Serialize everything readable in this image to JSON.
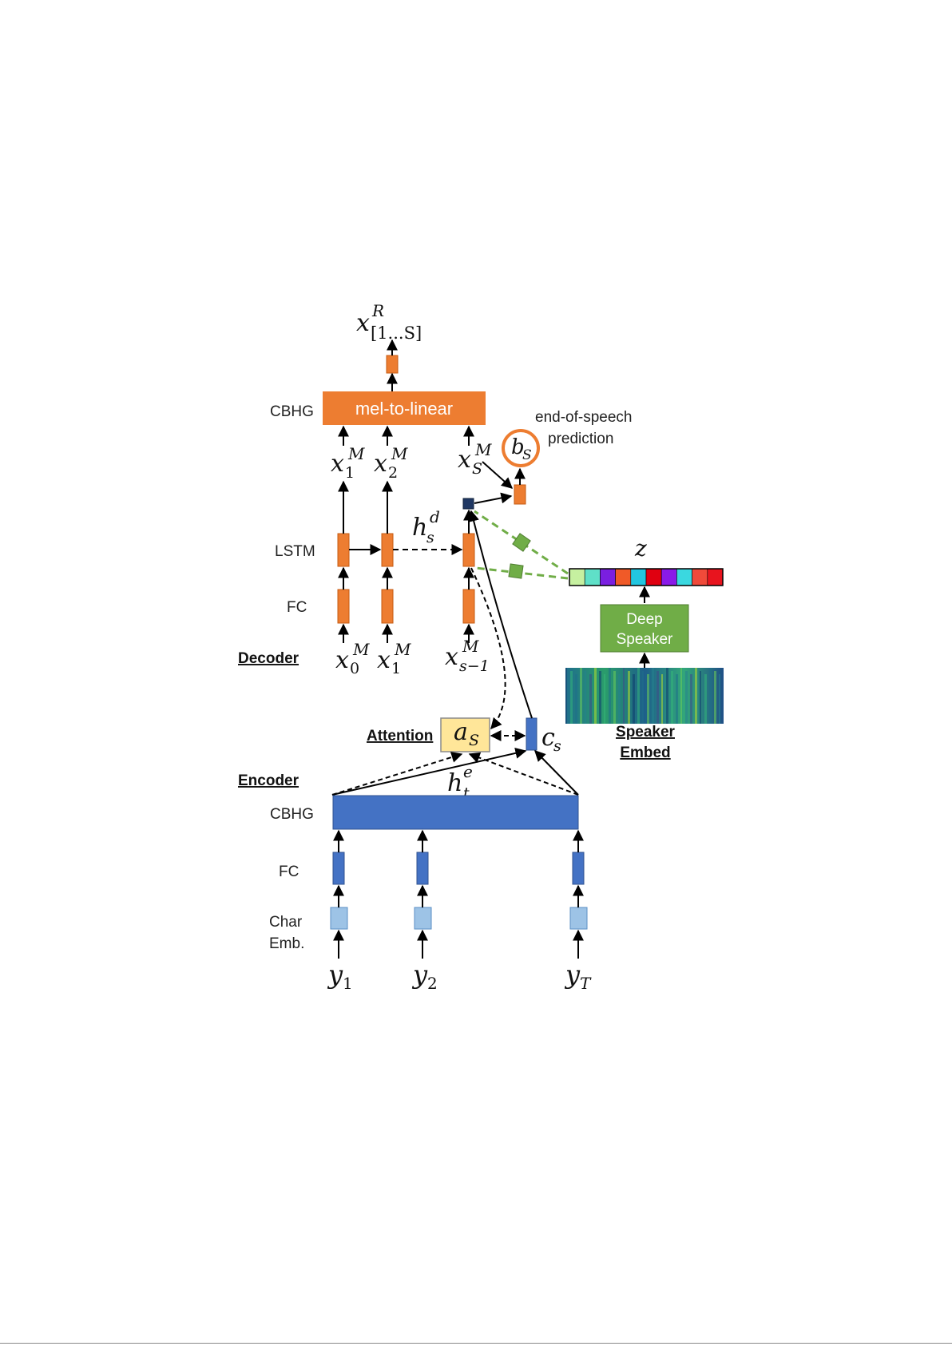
{
  "decoder": {
    "output_var": "x",
    "output_sup": "R",
    "output_sub": "[1...S]",
    "cbhg_label": "CBHG",
    "mel_to_linear": "mel-to-linear",
    "end_of_speech_line1": "end-of-speech",
    "end_of_speech_line2": "prediction",
    "stop_var": "b",
    "stop_sub": "S",
    "lstm_label": "LSTM",
    "fc_label": "FC",
    "section_label": "Decoder",
    "hidden_var": "h",
    "hidden_sup": "d",
    "hidden_sub": "s",
    "frame_var": "x",
    "frame_sup": "M",
    "outputs": [
      {
        "sub": "1"
      },
      {
        "sub": "2"
      },
      {
        "sub": "S"
      }
    ],
    "inputs": [
      {
        "sub": "0"
      },
      {
        "sub": "1"
      },
      {
        "sub": "s−1"
      }
    ]
  },
  "attention": {
    "label": "Attention",
    "var": "a",
    "sub": "S",
    "context_var": "c",
    "context_sub": "s"
  },
  "encoder": {
    "section_label": "Encoder",
    "cbhg_label": "CBHG",
    "fc_label": "FC",
    "char_emb_line1": "Char",
    "char_emb_line2": "Emb.",
    "hidden_var": "h",
    "hidden_sup": "e",
    "hidden_sub": "t",
    "input_var": "y",
    "inputs": [
      {
        "sub": "1"
      },
      {
        "sub": "2"
      },
      {
        "sub": "T"
      }
    ]
  },
  "speaker": {
    "z_label": "z",
    "deep_speaker_line1": "Deep",
    "deep_speaker_line2": "Speaker",
    "embed_line1": "Speaker",
    "embed_line2": "Embed",
    "embedding_colors": [
      "#c6f0a0",
      "#5fe0c8",
      "#7a1fe0",
      "#f05a28",
      "#22c6e0",
      "#e00010",
      "#8a1ae8",
      "#3ad8e0",
      "#f04a3a",
      "#e8141e"
    ]
  },
  "colors": {
    "decoder_orange": "#ed7d31",
    "encoder_blue": "#4472c4",
    "embedding_lightblue": "#9dc3e6",
    "speaker_green": "#70ad47",
    "attention_yellow": "#ffe699",
    "dark_navy": "#203864"
  }
}
